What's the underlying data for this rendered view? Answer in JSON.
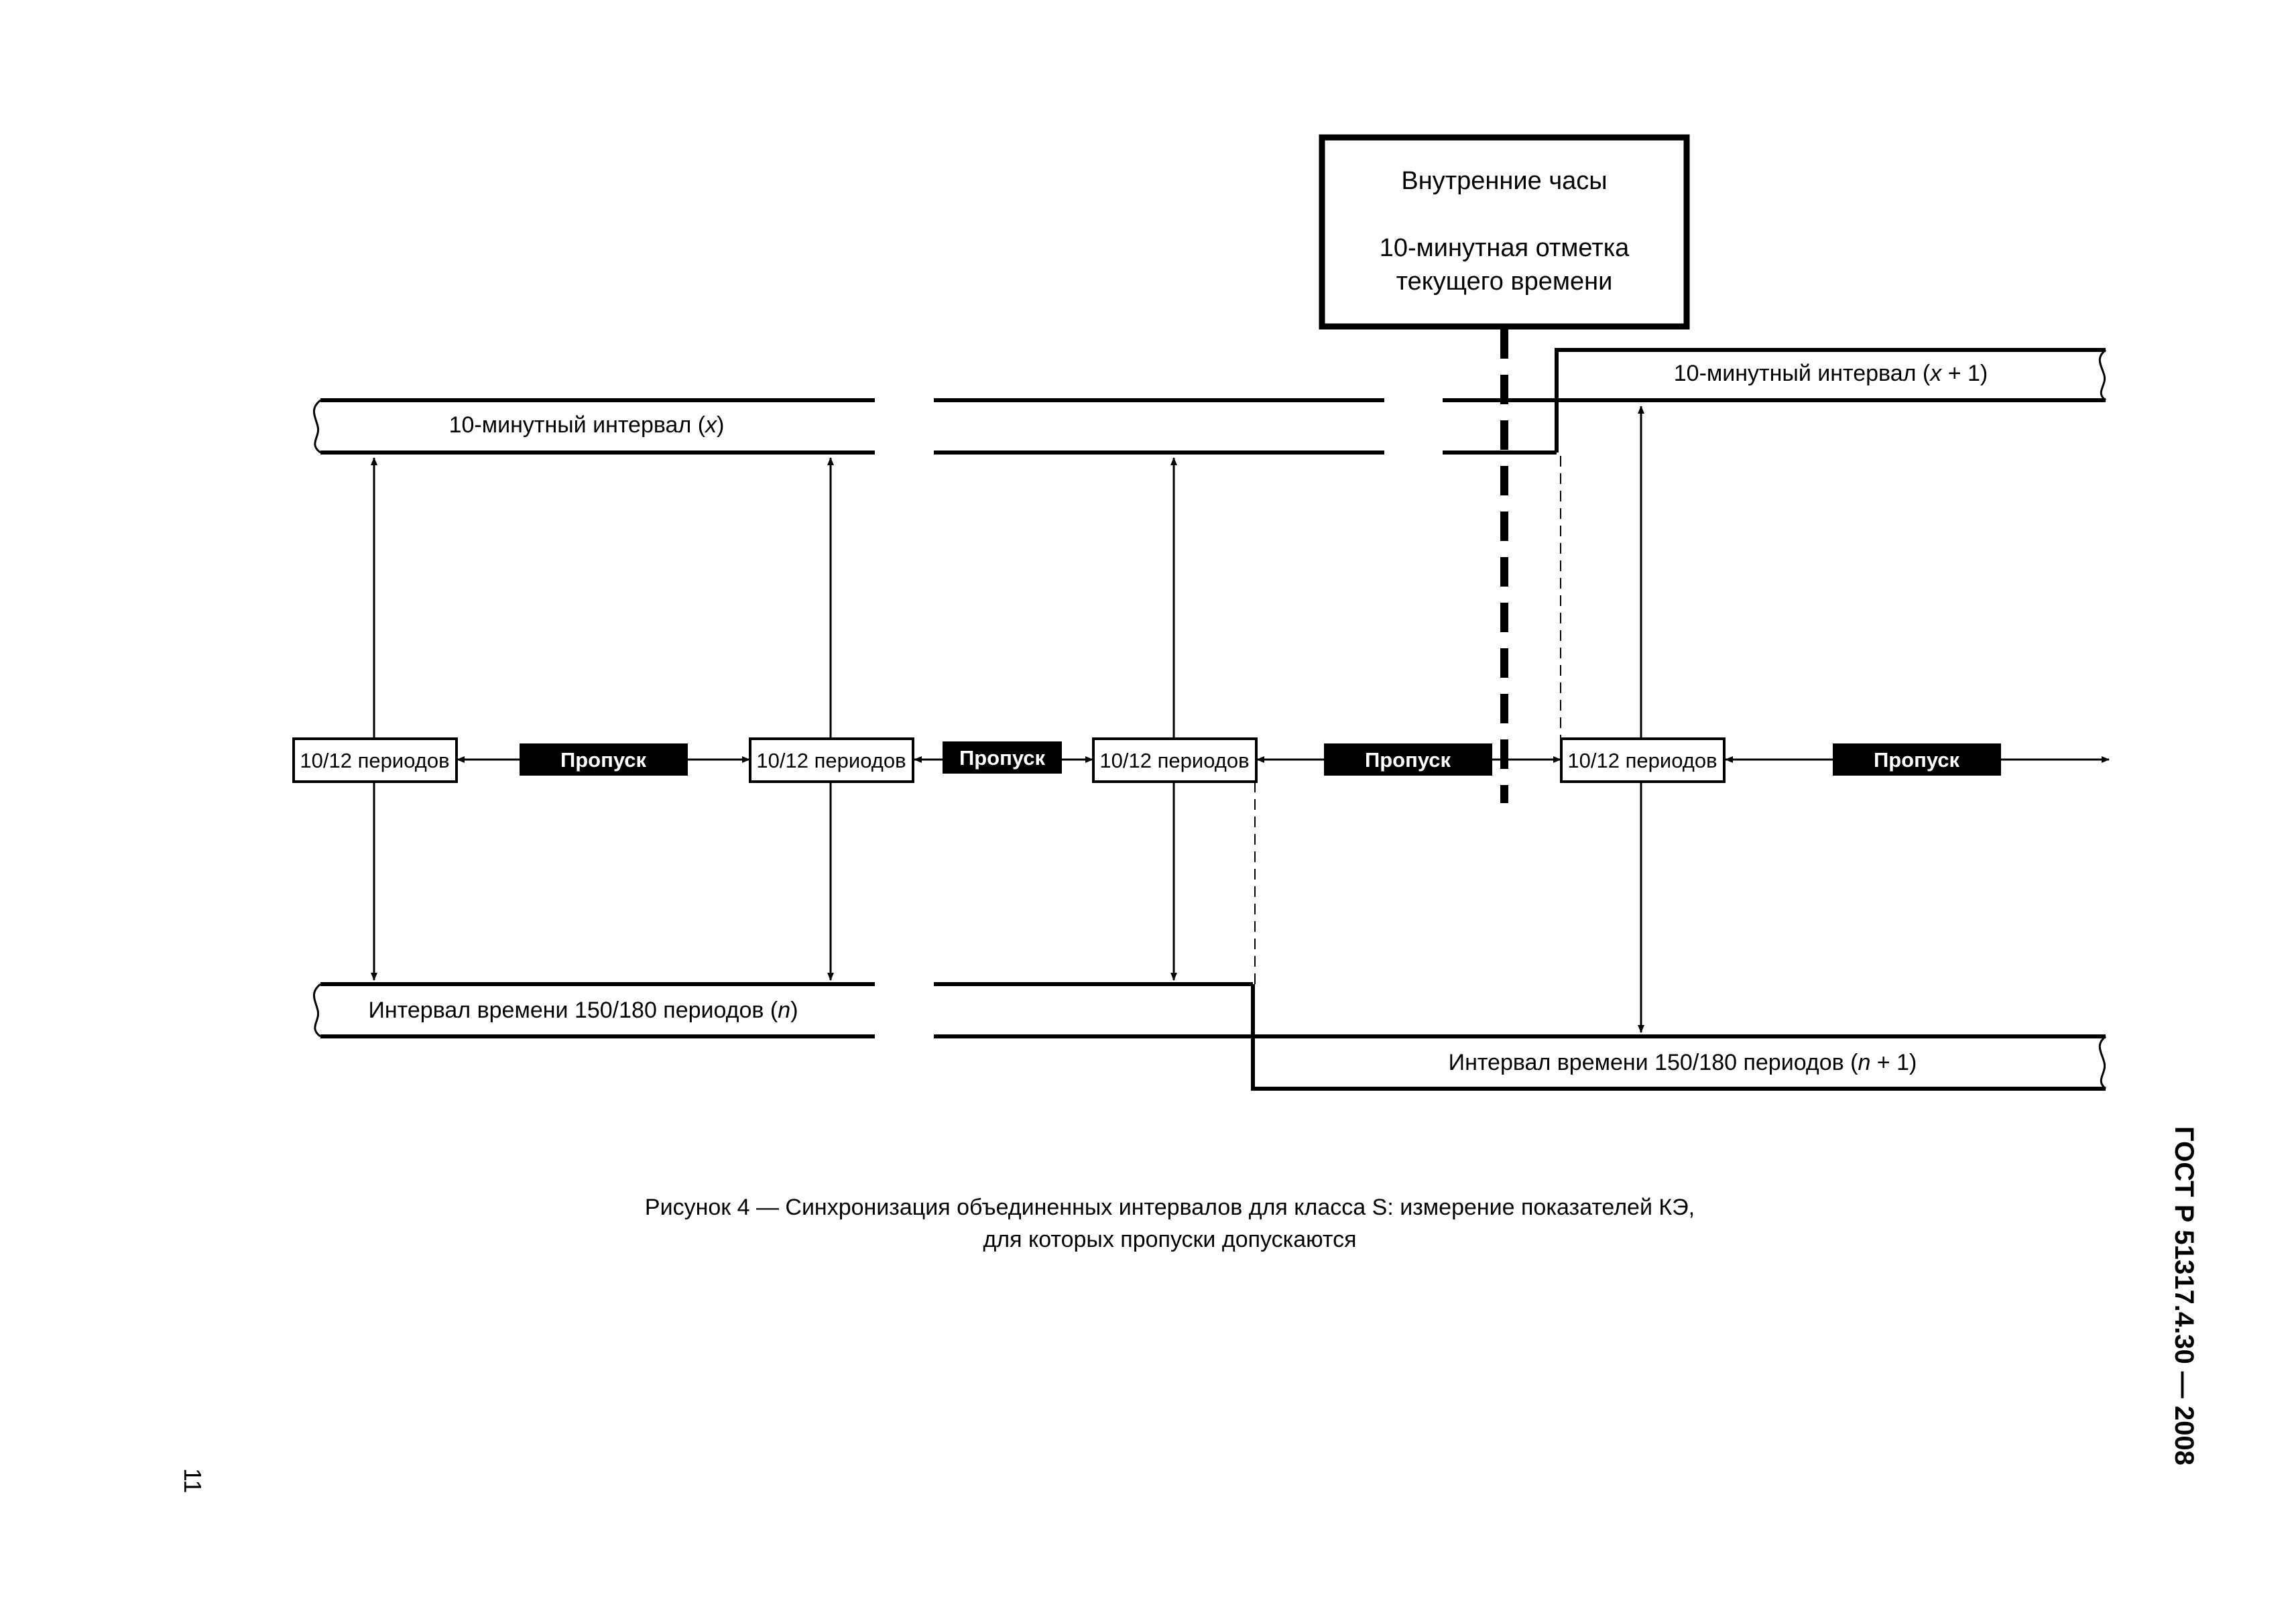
{
  "clock_box": {
    "line1": "Внутренние часы",
    "line2": "10-минутная отметка",
    "line3": "текущего времени"
  },
  "intervals": {
    "ten_min_x": {
      "prefix": "10-минутный интервал (",
      "var": "x",
      "suffix": ")"
    },
    "ten_min_x1": {
      "prefix": "10-минутный интервал (",
      "var": "x",
      "suffix": " + 1)"
    },
    "agg_n": {
      "prefix": "Интервал времени 150/180 периодов (",
      "var": "n",
      "suffix": ")"
    },
    "agg_n1": {
      "prefix": "Интервал времени 150/180 периодов (",
      "var": "n",
      "suffix": " + 1)"
    }
  },
  "blocks": {
    "periods_label": "10/12 периодов",
    "gap_label": "Пропуск"
  },
  "caption": {
    "line1": "Рисунок 4 — Синхронизация объединенных интервалов для класса S: измерение показателей КЭ,",
    "line2": "для которых  пропуски  допускаются"
  },
  "header": {
    "standard": "ГОСТ Р 51317.4.30 — 2008"
  },
  "page_number": "11"
}
